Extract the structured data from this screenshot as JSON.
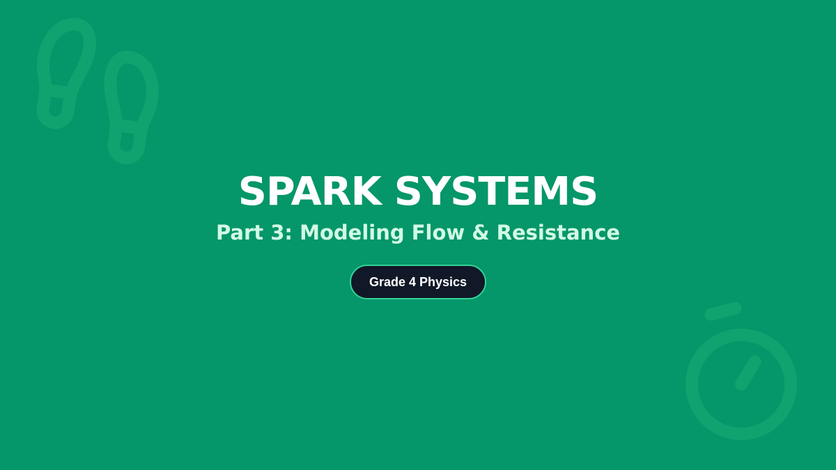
{
  "slide": {
    "title": "SPARK SYSTEMS",
    "subtitle": "Part 3: Modeling Flow & Resistance",
    "badge": "Grade 4 Physics"
  },
  "decorations": {
    "top_left": "footprints-icon",
    "bottom_right": "stopwatch-icon"
  },
  "colors": {
    "background": "#059669",
    "subtitle": "#d1fae5",
    "badge_bg": "#111827",
    "badge_border": "#34d399"
  }
}
